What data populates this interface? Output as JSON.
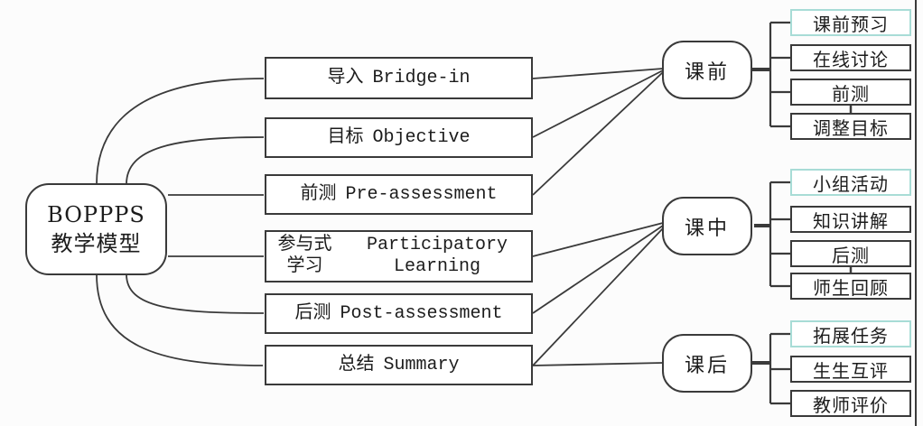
{
  "root": {
    "line1": "BOPPPS",
    "line2": "教学模型"
  },
  "stages": [
    {
      "zh": "导入",
      "en": "Bridge-in"
    },
    {
      "zh": "目标",
      "en": "Objective"
    },
    {
      "zh": "前测",
      "en": "Pre-assessment"
    },
    {
      "zh": "参与式学习",
      "en": "Participatory Learning"
    },
    {
      "zh": "后测",
      "en": "Post-assessment"
    },
    {
      "zh": "总结",
      "en": "Summary"
    }
  ],
  "phases": [
    {
      "label": "课前",
      "items": [
        "课前预习",
        "在线讨论",
        "前测",
        "调整目标"
      ]
    },
    {
      "label": "课中",
      "items": [
        "小组活动",
        "知识讲解",
        "后测",
        "师生回顾"
      ]
    },
    {
      "label": "课后",
      "items": [
        "拓展任务",
        "生生互评",
        "教师评价"
      ]
    }
  ],
  "colors": {
    "line": "#3a3a3a",
    "box_border": "#3a3a3a",
    "highlight_border": "#a8dcd6",
    "box_background": "#ffffff",
    "page_background": "#fcfcfc",
    "text": "#1c1c1c"
  }
}
